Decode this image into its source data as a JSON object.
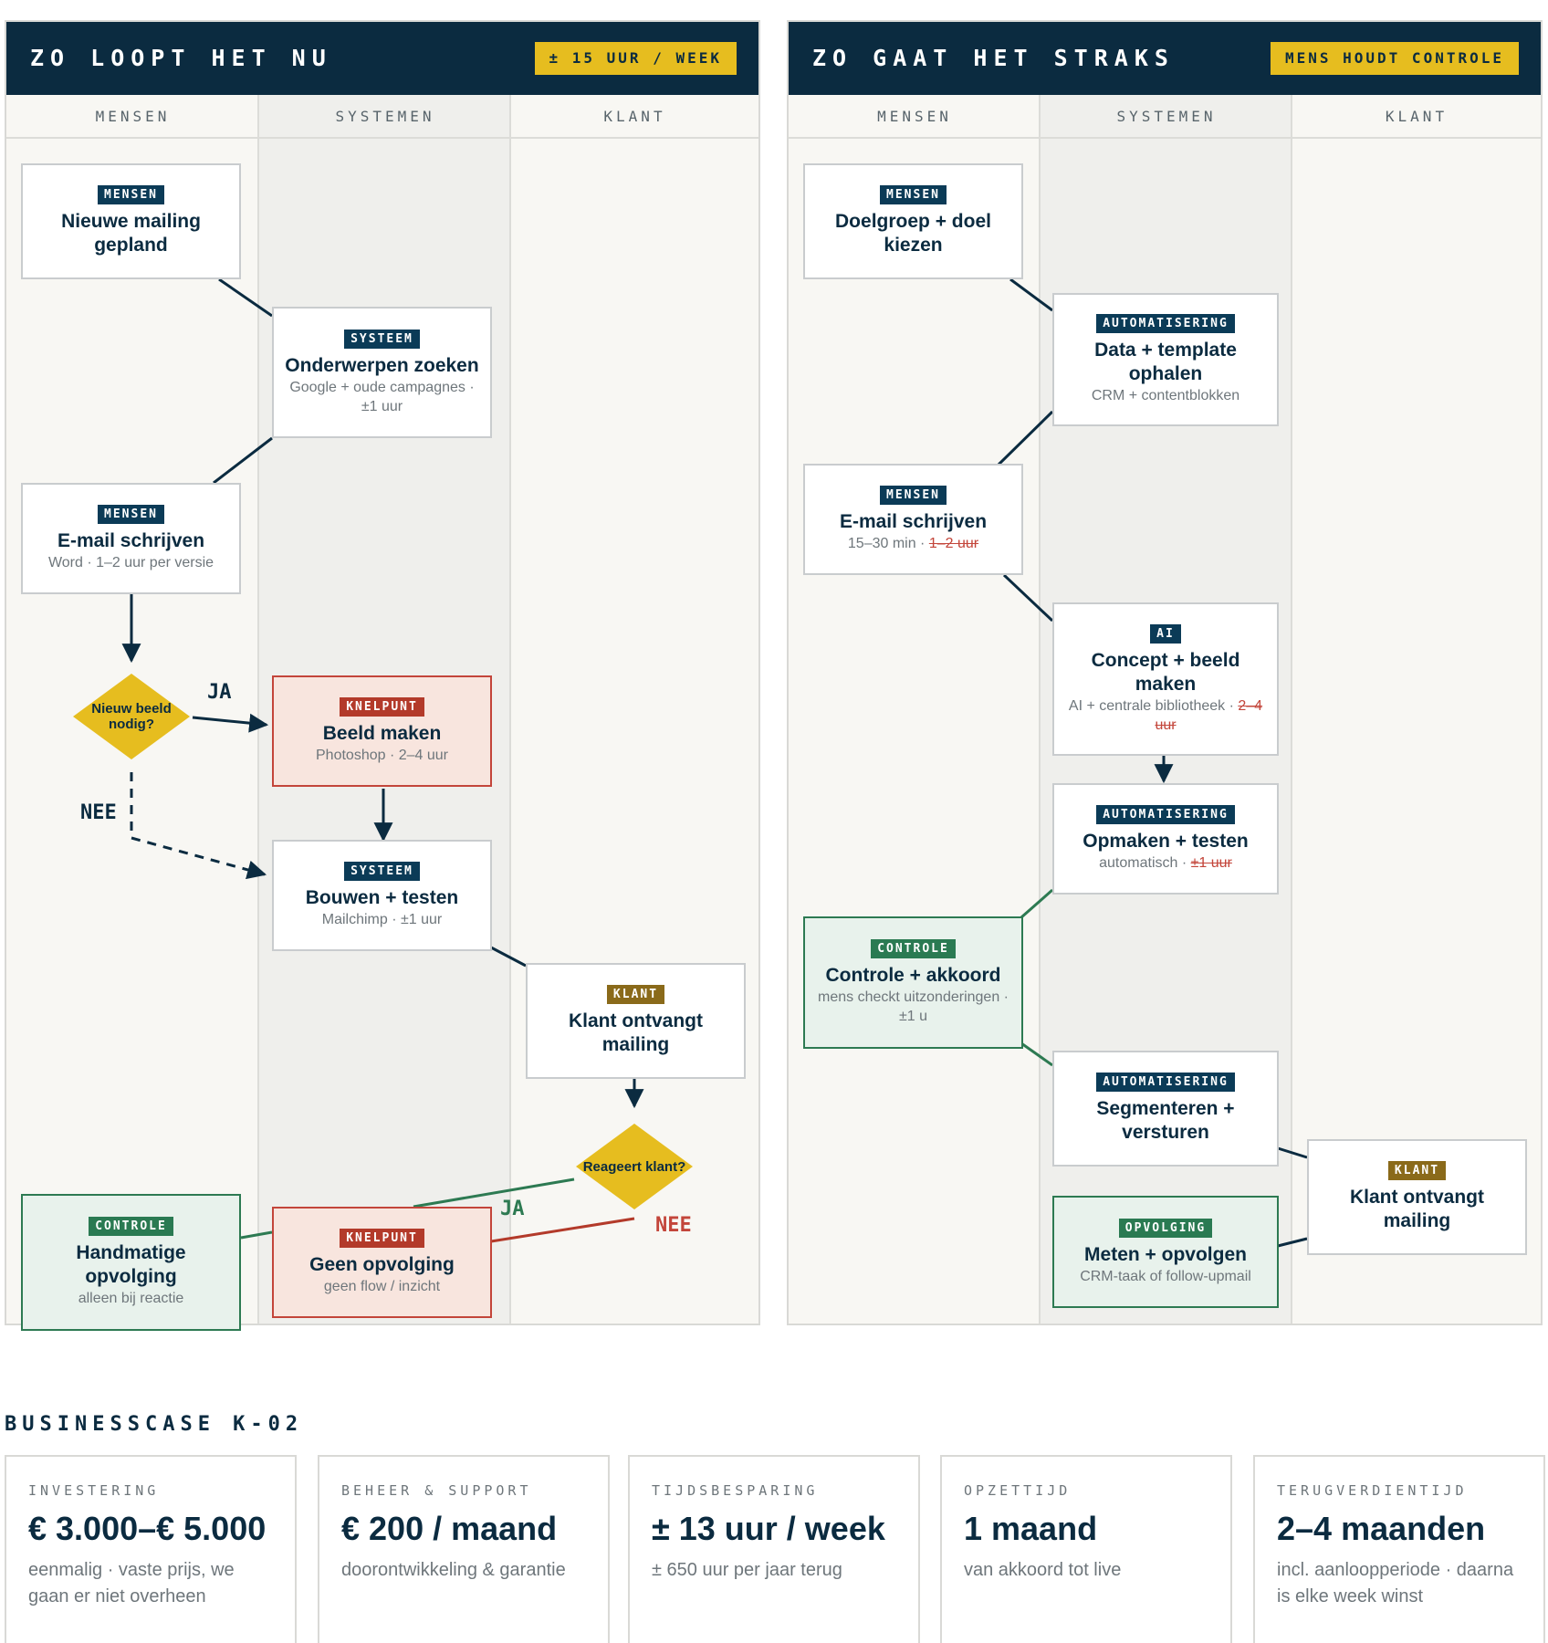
{
  "colors": {
    "navy": "#0b2b40",
    "yellow": "#e6bd1f",
    "red": "#c3453a",
    "green": "#2d7a52",
    "gold": "#8a6a1a"
  },
  "left": {
    "title": "ZO LOOPT HET NU",
    "badge": "± 15 UUR / WEEK",
    "lanes": [
      "MENSEN",
      "SYSTEMEN",
      "KLANT"
    ],
    "nodes": {
      "n1": {
        "tag": "MENSEN",
        "title": "Nieuwe mailing gepland"
      },
      "n2": {
        "tag": "SYSTEEM",
        "title": "Onderwerpen zoeken",
        "sub": "Google + oude campagnes · ±1 uur"
      },
      "n3": {
        "tag": "MENSEN",
        "title": "E-mail schrijven",
        "sub": "Word · 1–2 uur per versie"
      },
      "d1": {
        "text": "Nieuw beeld nodig?"
      },
      "n4": {
        "tag": "KNELPUNT",
        "title": "Beeld maken",
        "sub": "Photoshop · 2–4 uur"
      },
      "n5": {
        "tag": "SYSTEEM",
        "title": "Bouwen + testen",
        "sub": "Mailchimp · ±1 uur"
      },
      "n6": {
        "tag": "KLANT",
        "title": "Klant ontvangt mailing"
      },
      "d2": {
        "text": "Reageert klant?"
      },
      "n7": {
        "tag": "CONTROLE",
        "title": "Handmatige opvolging",
        "sub": "alleen bij reactie"
      },
      "n8": {
        "tag": "KNELPUNT",
        "title": "Geen opvolging",
        "sub": "geen flow / inzicht"
      }
    },
    "labels": {
      "ja1": "JA",
      "nee1": "NEE",
      "ja2": "JA",
      "nee2": "NEE"
    }
  },
  "right": {
    "title": "ZO GAAT HET STRAKS",
    "badge": "MENS HOUDT CONTROLE",
    "lanes": [
      "MENSEN",
      "SYSTEMEN",
      "KLANT"
    ],
    "nodes": {
      "r1": {
        "tag": "MENSEN",
        "title": "Doelgroep + doel kiezen"
      },
      "r2": {
        "tag": "AUTOMATISERING",
        "title": "Data + template ophalen",
        "sub": "CRM + contentblokken"
      },
      "r3": {
        "tag": "MENSEN",
        "title": "E-mail schrijven",
        "sub": "15–30 min · ",
        "old": "1–2 uur"
      },
      "r4": {
        "tag": "AI",
        "title": "Concept + beeld maken",
        "sub": "AI + centrale bibliotheek · ",
        "old": "2–4 uur"
      },
      "r5": {
        "tag": "AUTOMATISERING",
        "title": "Opmaken + testen",
        "sub": "automatisch · ",
        "old": "±1 uur"
      },
      "r6": {
        "tag": "CONTROLE",
        "title": "Controle + akkoord",
        "sub": "mens checkt uitzonderingen · ±1 u"
      },
      "r7": {
        "tag": "AUTOMATISERING",
        "title": "Segmenteren + versturen"
      },
      "r8": {
        "tag": "OPVOLGING",
        "title": "Meten + opvolgen",
        "sub": "CRM-taak of follow-upmail"
      },
      "r9": {
        "tag": "KLANT",
        "title": "Klant ontvangt mailing"
      }
    }
  },
  "businesscase": {
    "title": "BUSINESSCASE K-02",
    "cards": [
      {
        "label": "INVESTERING",
        "value": "€ 3.000–€ 5.000",
        "sub": "eenmalig · vaste prijs, we gaan er niet overheen"
      },
      {
        "label": "BEHEER & SUPPORT",
        "value": "€ 200 / maand",
        "sub": "doorontwikkeling & garantie"
      },
      {
        "label": "TIJDSBESPARING",
        "value": "± 13 uur / week",
        "sub": "± 650 uur per jaar terug"
      },
      {
        "label": "OPZETTIJD",
        "value": "1 maand",
        "sub": "van akkoord tot live"
      },
      {
        "label": "TERUGVERDIENTIJD",
        "value": "2–4 maanden",
        "sub": "incl. aanloopperiode · daarna is elke week winst"
      }
    ]
  }
}
